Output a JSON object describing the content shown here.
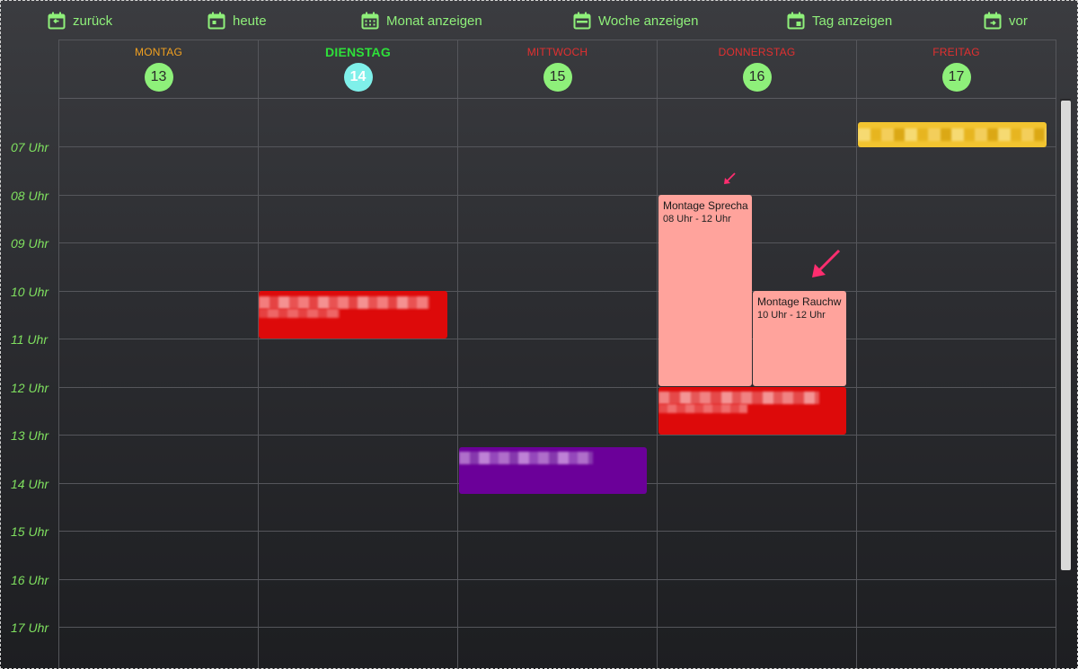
{
  "toolbar": {
    "back": "zurück",
    "today": "heute",
    "month": "Monat anzeigen",
    "week": "Woche anzeigen",
    "day": "Tag anzeigen",
    "next": "vor"
  },
  "days": [
    {
      "name": "MONTAG",
      "number": "13",
      "color": "#f0a020"
    },
    {
      "name": "DIENSTAG",
      "number": "14",
      "color": "#2ee03a"
    },
    {
      "name": "MITTWOCH",
      "number": "15",
      "color": "#e23030"
    },
    {
      "name": "DONNERSTAG",
      "number": "16",
      "color": "#e23030"
    },
    {
      "name": "FREITAG",
      "number": "17",
      "color": "#e23030"
    }
  ],
  "hours": [
    "07 Uhr",
    "08 Uhr",
    "09 Uhr",
    "10 Uhr",
    "11 Uhr",
    "12 Uhr",
    "13 Uhr",
    "14 Uhr",
    "15 Uhr",
    "16 Uhr",
    "17 Uhr"
  ],
  "events": {
    "sprech": {
      "title": "Montage Sprecha",
      "time": "08 Uhr - 12 Uhr",
      "color": "#ffa39c"
    },
    "rauch": {
      "title": "Montage Rauchw",
      "time": "10 Uhr - 12 Uhr",
      "color": "#ffa39c"
    }
  },
  "colors": {
    "accent": "#8ef07a",
    "today": "#7ff0ea",
    "red_event": "#dd0a0a",
    "purple_event": "#6b0099",
    "yellow_event": "#f2c430",
    "arrow": "#ff2d6f"
  }
}
